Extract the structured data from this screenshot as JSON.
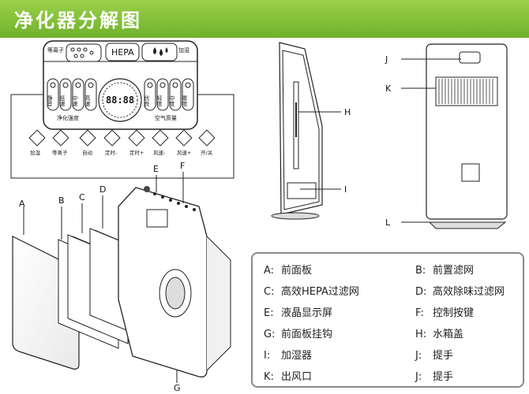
{
  "header": {
    "title": "净化器分解图",
    "accent": "#7cbd33"
  },
  "panel": {
    "top_left": "等离子",
    "hepa": "HEPA",
    "top_right": "加湿",
    "left_modes": [
      "静音",
      "低速",
      "中速",
      "高速"
    ],
    "display": "88:88",
    "right_modes": [
      "优良",
      "轻度",
      "中度",
      "重度"
    ],
    "caption_left": "净化强度",
    "caption_right": "空气质量",
    "buttons": [
      "加湿",
      "等离子",
      "自动",
      "定时-",
      "定时+",
      "风速-",
      "风速+",
      "开/关"
    ]
  },
  "callouts": {
    "A": "A",
    "B": "B",
    "C": "C",
    "D": "D",
    "E": "E",
    "F": "F",
    "G": "G",
    "H": "H",
    "I": "I",
    "J": "J",
    "K": "K",
    "L": "L"
  },
  "legend": [
    {
      "key": "A:",
      "text": "前面板"
    },
    {
      "key": "B:",
      "text": "前置滤网"
    },
    {
      "key": "C:",
      "text": "高效HEPA过滤网"
    },
    {
      "key": "D:",
      "text": "高效除味过滤网"
    },
    {
      "key": "E:",
      "text": "液晶显示屏"
    },
    {
      "key": "F:",
      "text": "控制按键"
    },
    {
      "key": "G:",
      "text": "前面板挂钩"
    },
    {
      "key": "H:",
      "text": "水箱盖"
    },
    {
      "key": "I:",
      "text": "加湿器"
    },
    {
      "key": "J:",
      "text": "提手"
    },
    {
      "key": "K:",
      "text": "出风口"
    },
    {
      "key": "J:",
      "text": "提手"
    }
  ]
}
